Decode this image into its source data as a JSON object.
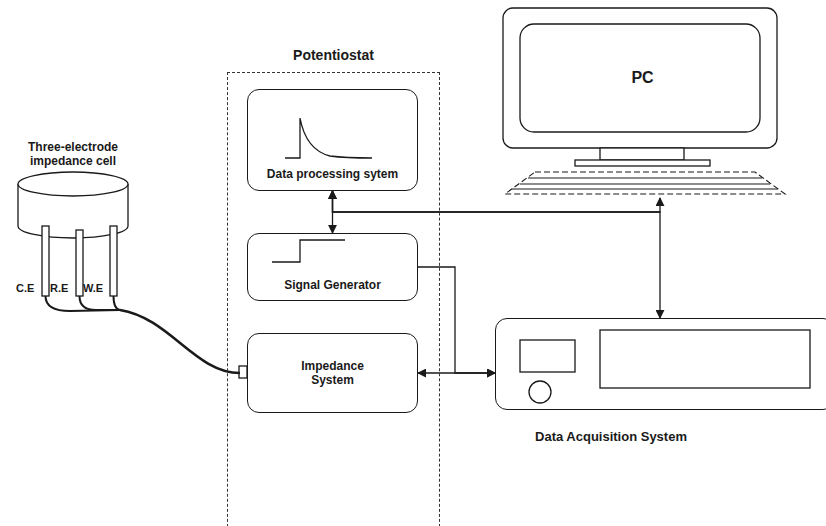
{
  "diagram": {
    "nodes": [
      {
        "text": [
          "Potentiostat"
        ]
      },
      {
        "text": [
          "Data processing sytem"
        ],
        "in": 0
      },
      {
        "text": [
          "Signal Generator"
        ],
        "in": 0
      },
      {
        "text": [
          "Impedance System"
        ],
        "in": 0
      },
      {
        "text": [
          "PC"
        ]
      },
      {
        "text": [
          "Data Acquisition System"
        ]
      },
      {
        "text": [
          "Three-electrode impedance cell"
        ]
      }
    ],
    "edges": [
      {
        "from": 1,
        "to": 2,
        "arrow": "both"
      },
      {
        "from": 1,
        "to": 4,
        "arrow": "both"
      },
      {
        "from": 1,
        "to": 5,
        "arrow": "both"
      },
      {
        "from": 2,
        "to": 5,
        "arrow": "to"
      },
      {
        "from": 3,
        "to": 5,
        "arrow": "both"
      },
      {
        "from": 6,
        "to": 3,
        "arrow": "none"
      }
    ],
    "labels": [
      "C.E",
      "R.E",
      "W.E"
    ]
  }
}
